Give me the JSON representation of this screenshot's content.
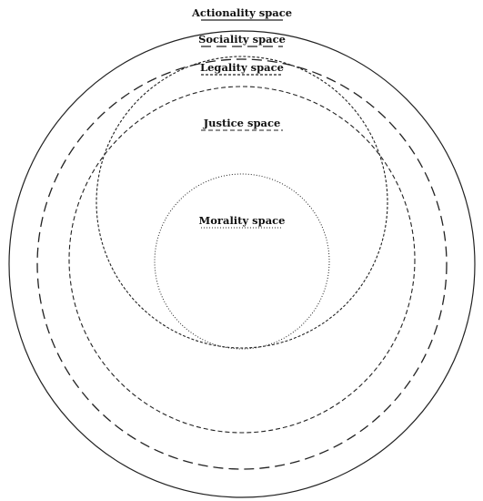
{
  "diagram": {
    "stroke_color": "#222222",
    "background": "#ffffff",
    "spaces": [
      {
        "id": "actionality",
        "label": "Actionality space",
        "line_style": "solid"
      },
      {
        "id": "sociality",
        "label": "Sociality space",
        "line_style": "long-dash"
      },
      {
        "id": "legality",
        "label": "Legality space",
        "line_style": "short-dash"
      },
      {
        "id": "justice",
        "label": "Justice space",
        "line_style": "dense-dash"
      },
      {
        "id": "morality",
        "label": "Morality space",
        "line_style": "dotted"
      }
    ]
  }
}
